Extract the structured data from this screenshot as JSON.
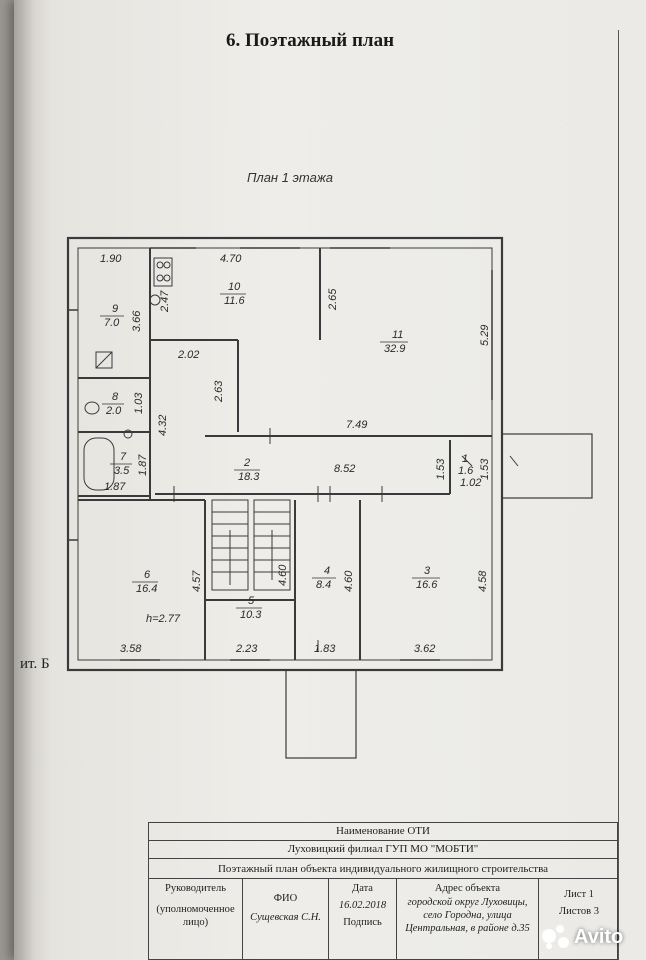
{
  "title": "6. Поэтажный план",
  "plan_label": "План 1 этажа",
  "side_label": "ит. Б",
  "dimensions": {
    "d_190": "1.90",
    "d_470": "4.70",
    "d_366": "3.66",
    "d_247": "2.47",
    "d_265": "2.65",
    "d_529": "5.29",
    "d_202": "2.02",
    "d_263": "2.63",
    "d_432": "4.32",
    "d_103": "1.03",
    "d_749": "7.49",
    "d_187a": "1.87",
    "d_187b": "1.87",
    "d_852": "8.52",
    "d_153a": "1.53",
    "d_153b": "1.53",
    "d_102": "1.02",
    "d_457": "4.57",
    "d_460a": "4.60",
    "d_460b": "4.60",
    "d_458": "4.58",
    "d_358": "3.58",
    "d_223": "2.23",
    "d_183": "1.83",
    "d_362": "3.62",
    "height": "h=2.77"
  },
  "rooms": [
    {
      "number": "9",
      "area": "7.0"
    },
    {
      "number": "10",
      "area": "11.6"
    },
    {
      "number": "11",
      "area": "32.9"
    },
    {
      "number": "8",
      "area": "2.0"
    },
    {
      "number": "7",
      "area": "3.5"
    },
    {
      "number": "2",
      "area": "18.3"
    },
    {
      "number": "1",
      "area": "1.6"
    },
    {
      "number": "6",
      "area": "16.4"
    },
    {
      "number": "5",
      "area": "10.3"
    },
    {
      "number": "4",
      "area": "8.4"
    },
    {
      "number": "3",
      "area": "16.6"
    }
  ],
  "stamp": {
    "row1": "Наименование ОТИ",
    "row2": "Луховицкий филиал ГУП МО \"МОБТИ\"",
    "row3": "Поэтажный план объекта индивидуального жилищного строительства",
    "col_head": "Руководитель",
    "col_head2": "(уполномоченное лицо)",
    "fio_label": "ФИО",
    "fio_value": "Сущевская С.Н.",
    "date_label": "Дата",
    "date_value": "16.02.2018",
    "sign_label": "Подпись",
    "address_label": "Адрес объекта",
    "address_value": "городской округ Луховицы, село Городна, улица Центральная, в районе д.35",
    "sheet_label": "Лист 1",
    "sheets_label": "Листов 3"
  },
  "watermark": "Avito"
}
